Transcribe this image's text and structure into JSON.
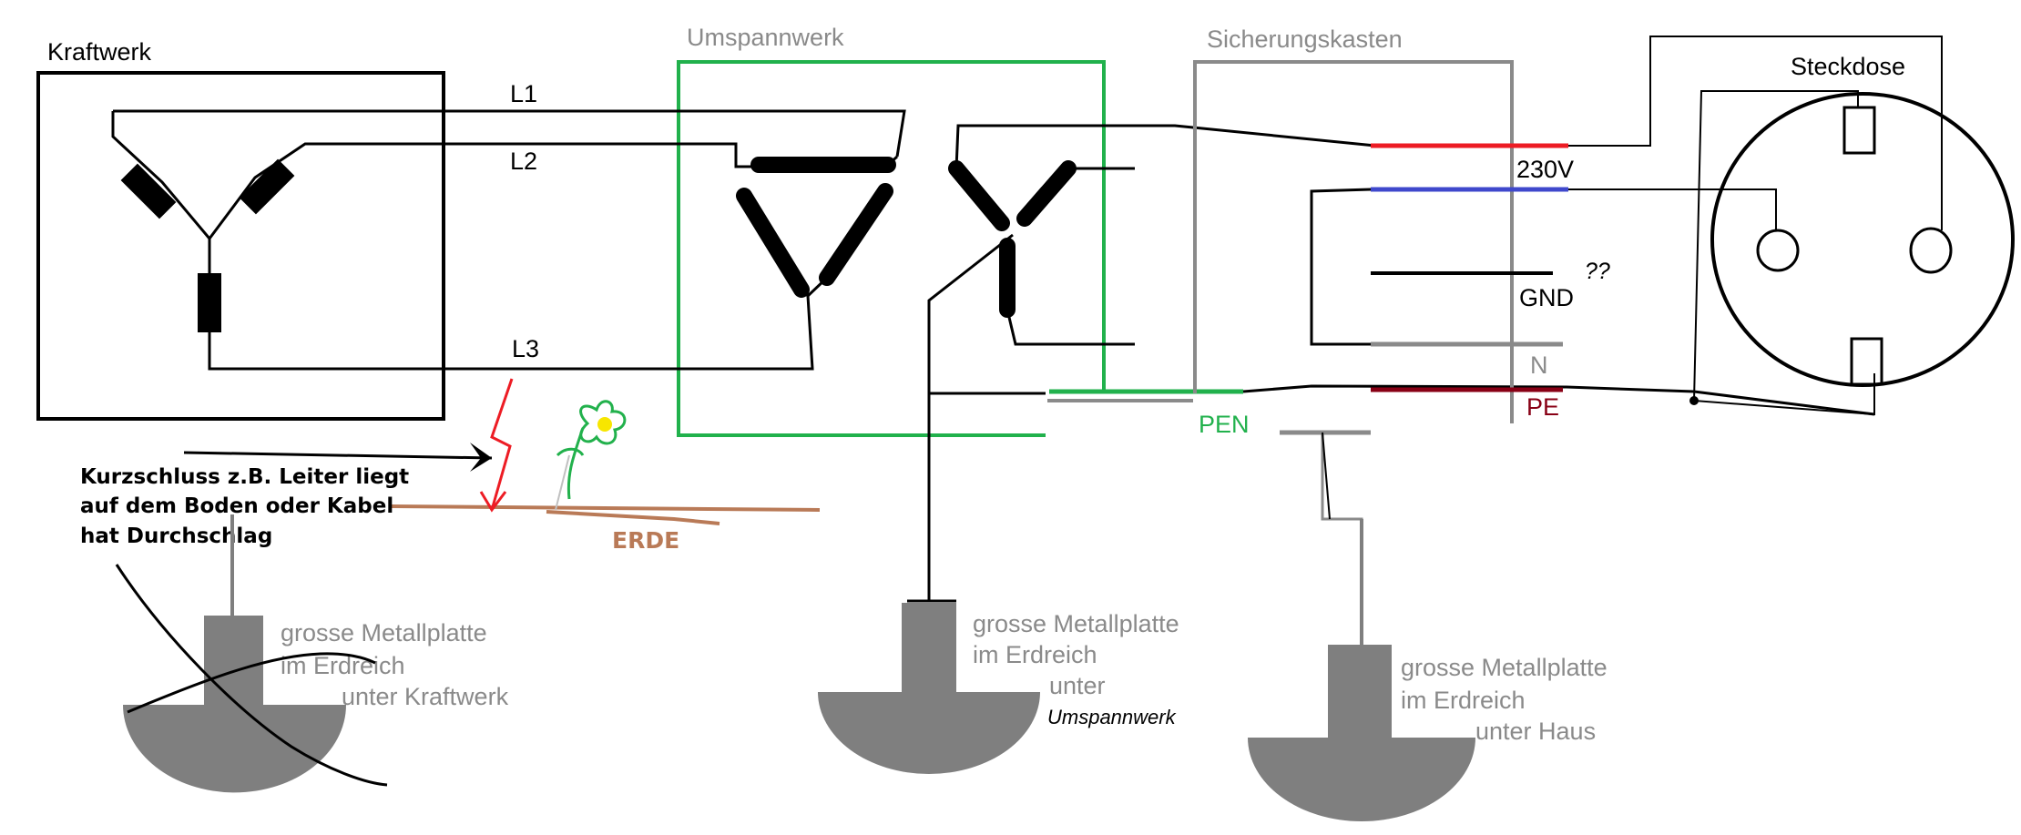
{
  "labels": {
    "kraftwerk": "Kraftwerk",
    "umspannwerk": "Umspannwerk",
    "sicherungskasten": "Sicherungskasten",
    "steckdose": "Steckdose",
    "l1": "L1",
    "l2": "L2",
    "l3": "L3",
    "v230": "230V",
    "gnd": "GND",
    "question": "??",
    "n": "N",
    "pe": "PE",
    "pen": "PEN",
    "erde": "ERDE"
  },
  "kurzschluss": [
    "Kurzschluss z.B. Leiter liegt",
    "auf dem Boden oder Kabel",
    "hat Durchschlag"
  ],
  "plates": {
    "kraftwerk": [
      "grosse Metallplatte",
      "im Erdreich",
      "unter Kraftwerk"
    ],
    "umspannwerk": [
      "grosse Metallplatte",
      "im Erdreich",
      "unter",
      "Umspannwerk"
    ],
    "haus": [
      "grosse Metallplatte",
      "im Erdreich",
      "unter Haus"
    ]
  },
  "colors": {
    "umspannwerk_box": "#21b14c",
    "sicherungskasten_box": "#8a8a8a",
    "l_red": "#ed1c24",
    "n_blue": "#3f48cc",
    "pe_darkred": "#880015",
    "erde_brown": "#b97a57",
    "plate_gray": "#7f7f7f"
  }
}
